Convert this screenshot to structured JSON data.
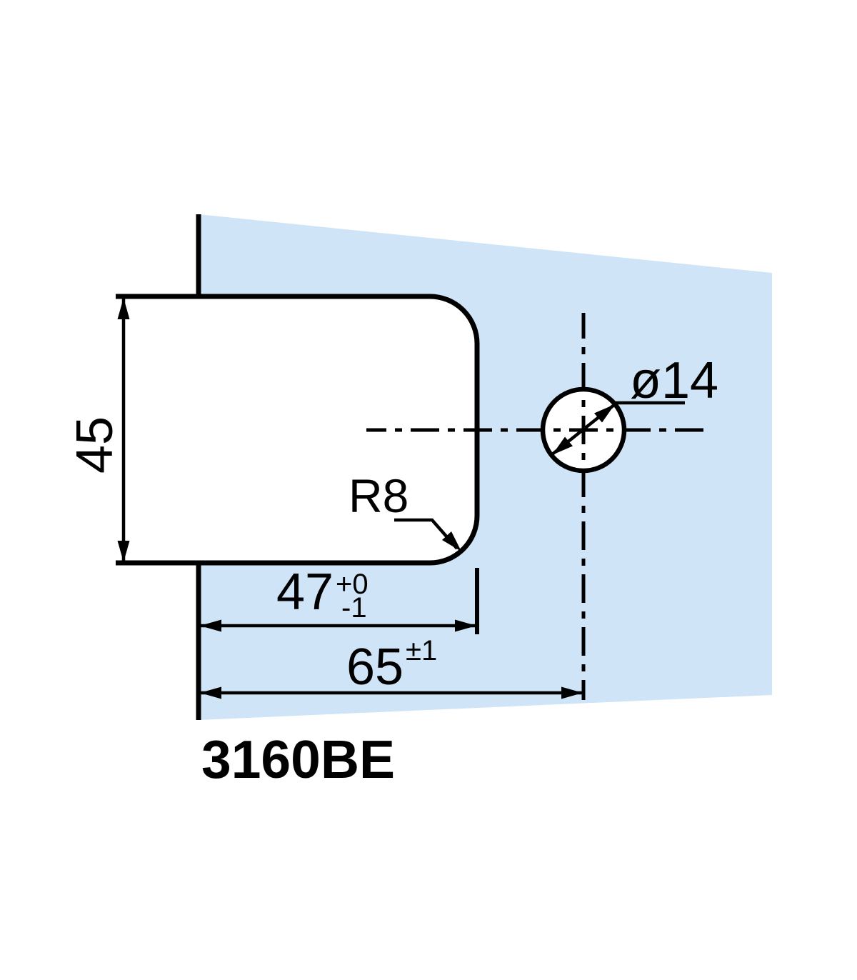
{
  "drawing": {
    "part_number": "3160BE",
    "labels": {
      "height_dim": "45",
      "width_dim": "47",
      "width_tol_upper": "+0",
      "width_tol_lower": "-1",
      "offset_dim": "65",
      "offset_tol": "±1",
      "hole_diameter": "ø14",
      "corner_radius": "R8"
    },
    "colors": {
      "glass": "#cfe5f7",
      "line": "#000000",
      "background": "#ffffff"
    }
  }
}
